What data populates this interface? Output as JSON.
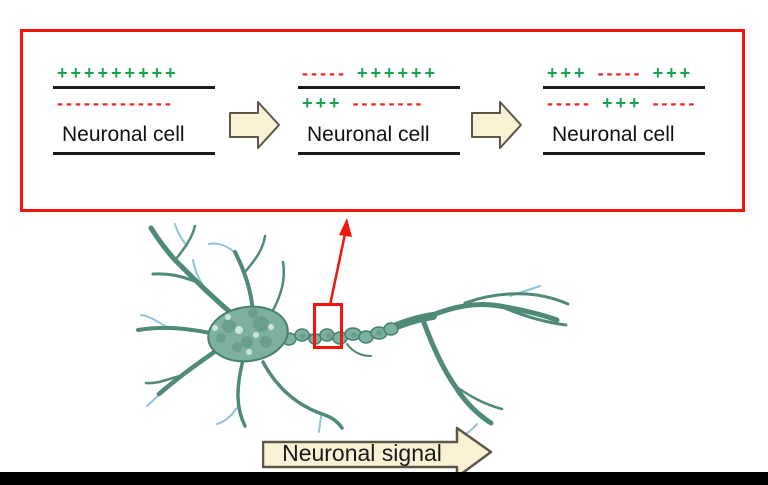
{
  "colors": {
    "positive_green": "#17a34e",
    "negative_red": "#ee2222",
    "figure_red": "#f2150c",
    "membrane_line": "#1a1a1a",
    "arrow_fill": "#faf0d3",
    "arrow_stroke": "#5b5648",
    "neuron_main": "#4f8a76",
    "neuron_dark": "#47806c",
    "neuron_fill": "#7db0a0",
    "neuron_light": "#d6eae2",
    "neuron_blue": "#8ec4dc",
    "bottom_bar": "#000000"
  },
  "membrane_strip": {
    "panels": [
      {
        "label": "Neuronal cell",
        "outer": [
          {
            "polarity": "positive",
            "text": "+++++++++"
          }
        ],
        "inner": [
          {
            "polarity": "negative",
            "text": "-------------"
          }
        ]
      },
      {
        "label": "Neuronal cell",
        "outer": [
          {
            "polarity": "negative",
            "text": "-----"
          },
          {
            "polarity": "positive",
            "text": "++++++"
          }
        ],
        "inner": [
          {
            "polarity": "positive",
            "text": "+++"
          },
          {
            "polarity": "negative",
            "text": "--------"
          }
        ]
      },
      {
        "label": "Neuronal cell",
        "outer": [
          {
            "polarity": "positive",
            "text": "+++"
          },
          {
            "polarity": "negative",
            "text": "-----"
          },
          {
            "polarity": "positive",
            "text": "+++"
          }
        ],
        "inner": [
          {
            "polarity": "negative",
            "text": "-----"
          },
          {
            "polarity": "positive",
            "text": "+++"
          },
          {
            "polarity": "negative",
            "text": "-----"
          }
        ]
      }
    ]
  },
  "signal_arrow": {
    "label": "Neuronal signal"
  }
}
